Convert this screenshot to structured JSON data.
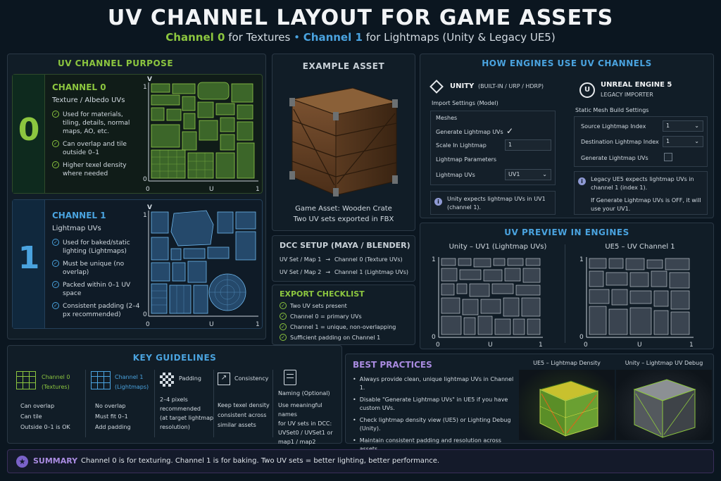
{
  "header": {
    "title": "UV CHANNEL LAYOUT FOR GAME ASSETS",
    "sub_ch0": "Channel 0",
    "sub_ch0_rest": "for Textures",
    "sub_sep": "•",
    "sub_ch1": "Channel 1",
    "sub_ch1_rest": "for Lightmaps (Unity & Legacy UE5)"
  },
  "purpose": {
    "title": "UV CHANNEL PURPOSE",
    "ch0": {
      "num": "0",
      "name": "CHANNEL 0",
      "sub": "Texture / Albedo UVs",
      "points": [
        "Used for materials, tiling, details, normal maps, AO, etc.",
        "Can overlap and tile outside 0–1",
        "Higher texel density where needed"
      ]
    },
    "ch1": {
      "num": "1",
      "name": "CHANNEL 1",
      "sub": "Lightmap UVs",
      "points": [
        "Used for baked/static lighting (Lightmaps)",
        "Must be unique (no overlap)",
        "Packed within 0–1 UV space",
        "Consistent padding (2–4 px recommended)"
      ]
    },
    "axis": {
      "v": "V",
      "u": "U",
      "zero": "0",
      "one": "1"
    }
  },
  "example": {
    "title": "EXAMPLE ASSET",
    "caption1": "Game Asset: Wooden Crate",
    "caption2": "Two UV sets exported in FBX"
  },
  "dcc": {
    "title": "DCC SETUP (MAYA / BLENDER)",
    "rows": [
      {
        "a": "UV Set / Map 1",
        "arrow": "→",
        "b": "Channel 0 (Texture UVs)"
      },
      {
        "a": "UV Set / Map 2",
        "arrow": "→",
        "b": "Channel 1 (Lightmap UVs)"
      }
    ]
  },
  "checklist": {
    "title": "EXPORT CHECKLIST",
    "items": [
      "Two UV sets present",
      "Channel 0 = primary UVs",
      "Channel 1 = unique, non-overlapping",
      "Sufficient padding on Channel 1"
    ]
  },
  "engines": {
    "title": "HOW ENGINES USE UV CHANNELS",
    "unity": {
      "name": "UNITY",
      "variants": "(BUILT-IN / URP / HDRP)",
      "section": "Import Settings (Model)",
      "group": "Meshes",
      "gen": "Generate Lightmap UVs",
      "gen_check": "✓",
      "scale": "Scale In Lightmap",
      "scale_val": "1",
      "params": "Lightmap Parameters",
      "uvs": "Lightmap UVs",
      "uvs_val": "UV1",
      "note": "Unity expects lightmap UVs in UV1 (channel 1)."
    },
    "unreal": {
      "name": "UNREAL ENGINE 5",
      "sub": "LEGACY IMPORTER",
      "section": "Static Mesh Build Settings",
      "src": "Source Lightmap Index",
      "src_val": "1",
      "dst": "Destination Lightmap Index",
      "dst_val": "1",
      "gen": "Generate Lightmap UVs",
      "note1": "Legacy UE5 expects lightmap UVs in channel 1 (index 1).",
      "note2": "If Generate Lightmap UVs is OFF, it will use your UV1."
    }
  },
  "preview": {
    "title": "UV PREVIEW IN ENGINES",
    "unity": "Unity – UV1 (Lightmap UVs)",
    "ue": "UE5 – UV Channel 1"
  },
  "guidelines": {
    "title": "KEY GUIDELINES",
    "cols": [
      {
        "head": "Channel 0",
        "head2": "(Textures)",
        "lines": [
          "Can overlap",
          "Can tile",
          "Outside 0–1 is OK"
        ]
      },
      {
        "head": "Channel 1",
        "head2": "(Lightmaps)",
        "lines": [
          "No overlap",
          "Must fit 0–1",
          "Add padding"
        ]
      },
      {
        "head": "Padding",
        "lines": [
          "2–4 pixels",
          "recommended",
          "(at target lightmap",
          "resolution)"
        ]
      },
      {
        "head": "Consistency",
        "lines": [
          "Keep texel density",
          "consistent across",
          "similar assets"
        ]
      },
      {
        "head": "Naming (Optional)",
        "lines": [
          "Use meaningful names",
          "for UV sets in DCC:",
          "UVSet0 / UVSet1 or",
          "map1 / map2"
        ]
      }
    ]
  },
  "best": {
    "title": "BEST PRACTICES",
    "items": [
      "Always provide clean, unique lightmap UVs in Channel 1.",
      "Disable \"Generate Lightmap UVs\" in UE5 if you have custom UVs.",
      "Check lightmap density view (UE5) or Lighting Debug (Unity).",
      "Maintain consistent padding and resolution across assets."
    ],
    "img1": "UE5 – Lightmap Density",
    "img2": "Unity – Lightmap UV Debug"
  },
  "summary": {
    "label": "SUMMARY",
    "text": "Channel 0 is for texturing. Channel 1 is for baking. Two UV sets = better lighting, better performance."
  },
  "colors": {
    "green": "#8cc63f",
    "blue": "#4aa3df",
    "bg": "#0b1620"
  }
}
